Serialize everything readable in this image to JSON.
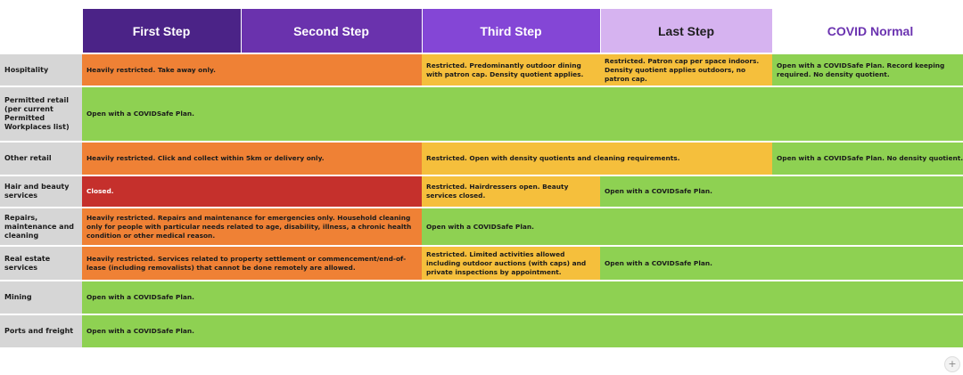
{
  "headers": [
    "First Step",
    "Second Step",
    "Third Step",
    "Last Step",
    "COVID Normal"
  ],
  "rows": [
    {
      "label": "Hospitality",
      "cells": [
        {
          "text": "Heavily restricted. Take away only.",
          "color": "orange",
          "span": 2
        },
        {
          "text": "Restricted. Predominantly outdoor dining with patron cap. Density quotient applies.",
          "color": "yellow",
          "span": 1
        },
        {
          "text": "Restricted. Patron cap per space indoors. Density quotient applies outdoors, no patron cap.",
          "color": "yellow",
          "span": 1
        },
        {
          "text": "Open with a COVIDSafe Plan. Record keeping required. No density quotient.",
          "color": "green",
          "span": 1
        }
      ]
    },
    {
      "label": "Permitted retail (per current Permitted Workplaces list)",
      "cells": [
        {
          "text": "Open with a COVIDSafe Plan.",
          "color": "green",
          "span": 5
        }
      ]
    },
    {
      "label": "Other retail",
      "cells": [
        {
          "text": "Heavily restricted. Click and collect within 5km or delivery only.",
          "color": "orange",
          "span": 2
        },
        {
          "text": "Restricted. Open with density quotients and cleaning requirements.",
          "color": "yellow",
          "span": 2
        },
        {
          "text": "Open with a COVIDSafe Plan. No density quotient.",
          "color": "green",
          "span": 1
        }
      ]
    },
    {
      "label": "Hair and beauty services",
      "cells": [
        {
          "text": "Closed.",
          "color": "red",
          "span": 2
        },
        {
          "text": "Restricted. Hairdressers open. Beauty services closed.",
          "color": "yellow",
          "span": 1
        },
        {
          "text": "Open with a COVIDSafe Plan.",
          "color": "green",
          "span": 2
        }
      ]
    },
    {
      "label": "Repairs, maintenance and cleaning",
      "cells": [
        {
          "text": "Heavily restricted. Repairs and maintenance for emergencies only. Household cleaning only for people with particular needs related to age, disability, illness, a chronic health condition or other medical reason.",
          "color": "orange",
          "span": 2
        },
        {
          "text": "Open with a COVIDSafe Plan.",
          "color": "green",
          "span": 3
        }
      ]
    },
    {
      "label": "Real estate services",
      "cells": [
        {
          "text": "Heavily restricted. Services related to property settlement or commencement/end-of-lease (including removalists) that cannot be done remotely are allowed.",
          "color": "orange",
          "span": 2
        },
        {
          "text": "Restricted. Limited activities allowed including outdoor auctions (with caps) and private inspections by appointment.",
          "color": "yellow",
          "span": 1
        },
        {
          "text": "Open with a COVIDSafe Plan.",
          "color": "green",
          "span": 2
        }
      ]
    },
    {
      "label": "Mining",
      "cells": [
        {
          "text": "Open with a COVIDSafe Plan.",
          "color": "green",
          "span": 5
        }
      ]
    },
    {
      "label": "Ports and freight",
      "cells": [
        {
          "text": "Open with a COVIDSafe Plan.",
          "color": "green",
          "span": 5
        }
      ]
    }
  ],
  "colors": {
    "first_step": "#4b2387",
    "second_step": "#6a32ad",
    "third_step": "#8446d6",
    "last_step": "#d6b3f0",
    "covid_normal_text": "#6b33b0",
    "red": "#c5302c",
    "orange": "#ef8135",
    "yellow": "#f5bf3c",
    "green": "#8ed152",
    "label_bg": "#d6d6d6"
  },
  "corner_icon": "plus-icon",
  "corner_symbol": "+"
}
